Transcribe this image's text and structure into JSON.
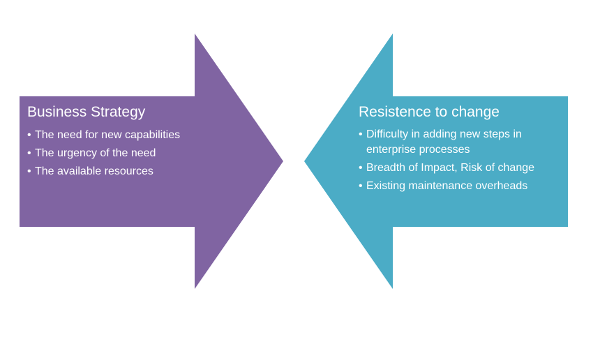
{
  "colors": {
    "left_arrow": "#8064a2",
    "right_arrow": "#4bacc6",
    "text": "#ffffff",
    "background": "#ffffff"
  },
  "left_panel": {
    "title": "Business Strategy",
    "items": [
      "The need for new capabilities",
      "The urgency of the need",
      "The available resources"
    ]
  },
  "right_panel": {
    "title": "Resistence to change",
    "items": [
      "Difficulty in adding new steps in enterprise processes",
      "Breadth of Impact, Risk of change",
      "Existing maintenance overheads"
    ]
  }
}
